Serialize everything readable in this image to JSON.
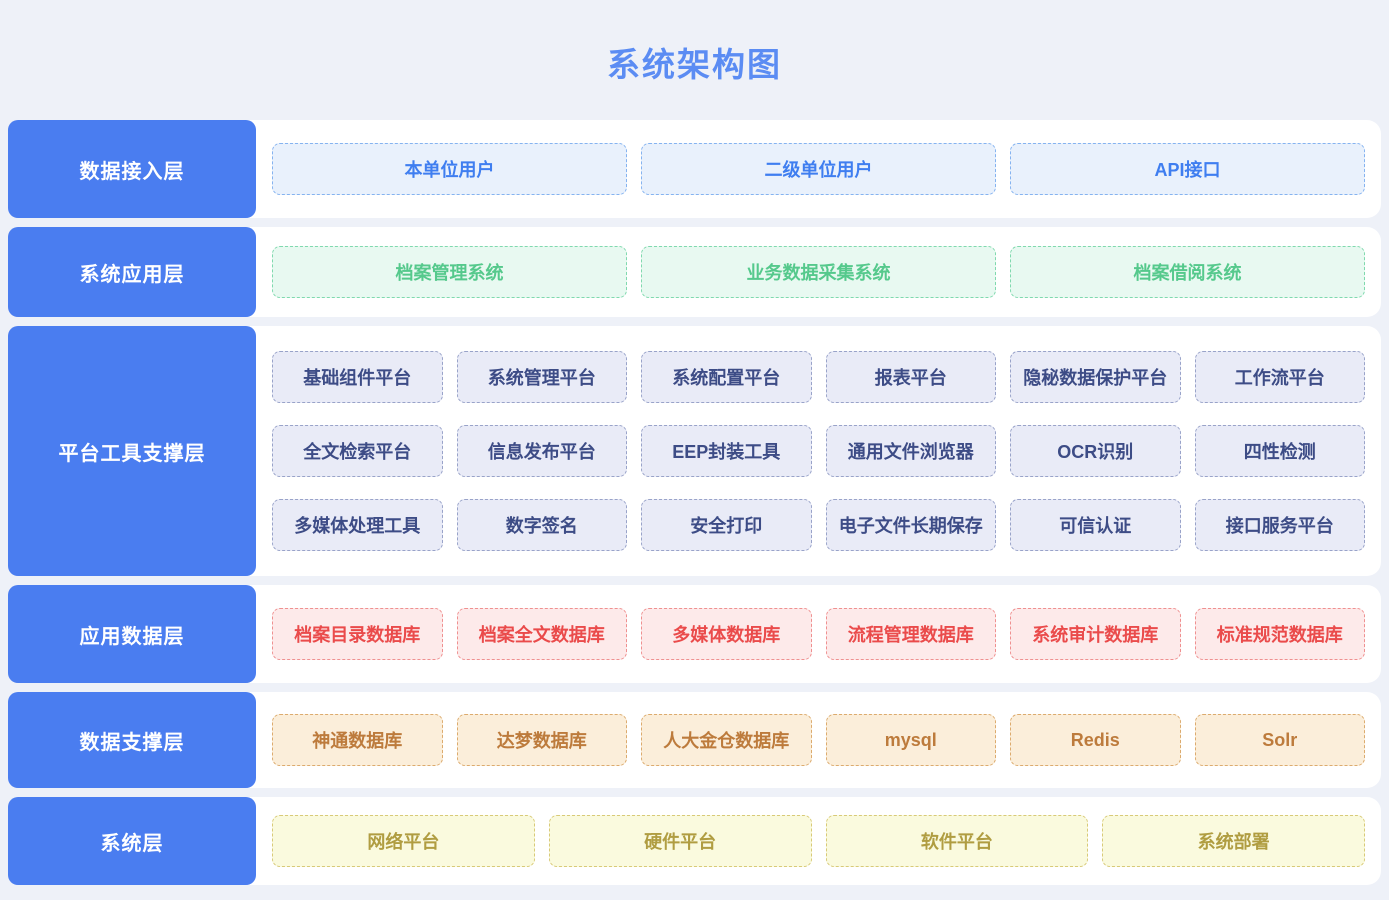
{
  "title": "系统架构图",
  "colors": {
    "page_background": "#eef1f8",
    "panel_background": "#ffffff",
    "title_text": "#5b8cf3",
    "layer_label_background": "#4a7df0",
    "layer_label_text": "#ffffff",
    "blue_item_text": "#3f7ef0",
    "green_item_text": "#55c98c",
    "indigo_item_text": "#3d4c86",
    "red_item_text": "#ea4b4b",
    "orange_item_text": "#bd7b3c",
    "yellow_item_text": "#b09d41"
  },
  "layers": [
    {
      "id": "access",
      "label": "数据接入层",
      "theme": "blue",
      "rows": [
        [
          "本单位用户",
          "二级单位用户",
          "API接口"
        ]
      ]
    },
    {
      "id": "application",
      "label": "系统应用层",
      "theme": "green",
      "rows": [
        [
          "档案管理系统",
          "业务数据采集系统",
          "档案借阅系统"
        ]
      ]
    },
    {
      "id": "platform",
      "label": "平台工具支撑层",
      "theme": "indigo",
      "rows": [
        [
          "基础组件平台",
          "系统管理平台",
          "系统配置平台",
          "报表平台",
          "隐秘数据保护平台",
          "工作流平台"
        ],
        [
          "全文检索平台",
          "信息发布平台",
          "EEP封装工具",
          "通用文件浏览器",
          "OCR识别",
          "四性检测"
        ],
        [
          "多媒体处理工具",
          "数字签名",
          "安全打印",
          "电子文件长期保存",
          "可信认证",
          "接口服务平台"
        ]
      ]
    },
    {
      "id": "appdata",
      "label": "应用数据层",
      "theme": "red",
      "rows": [
        [
          "档案目录数据库",
          "档案全文数据库",
          "多媒体数据库",
          "流程管理数据库",
          "系统审计数据库",
          "标准规范数据库"
        ]
      ]
    },
    {
      "id": "datasupport",
      "label": "数据支撑层",
      "theme": "orange",
      "rows": [
        [
          "神通数据库",
          "达梦数据库",
          "人大金仓数据库",
          "mysql",
          "Redis",
          "Solr"
        ]
      ]
    },
    {
      "id": "system",
      "label": "系统层",
      "theme": "yellow",
      "rows": [
        [
          "网络平台",
          "硬件平台",
          "软件平台",
          "系统部署"
        ]
      ]
    }
  ]
}
